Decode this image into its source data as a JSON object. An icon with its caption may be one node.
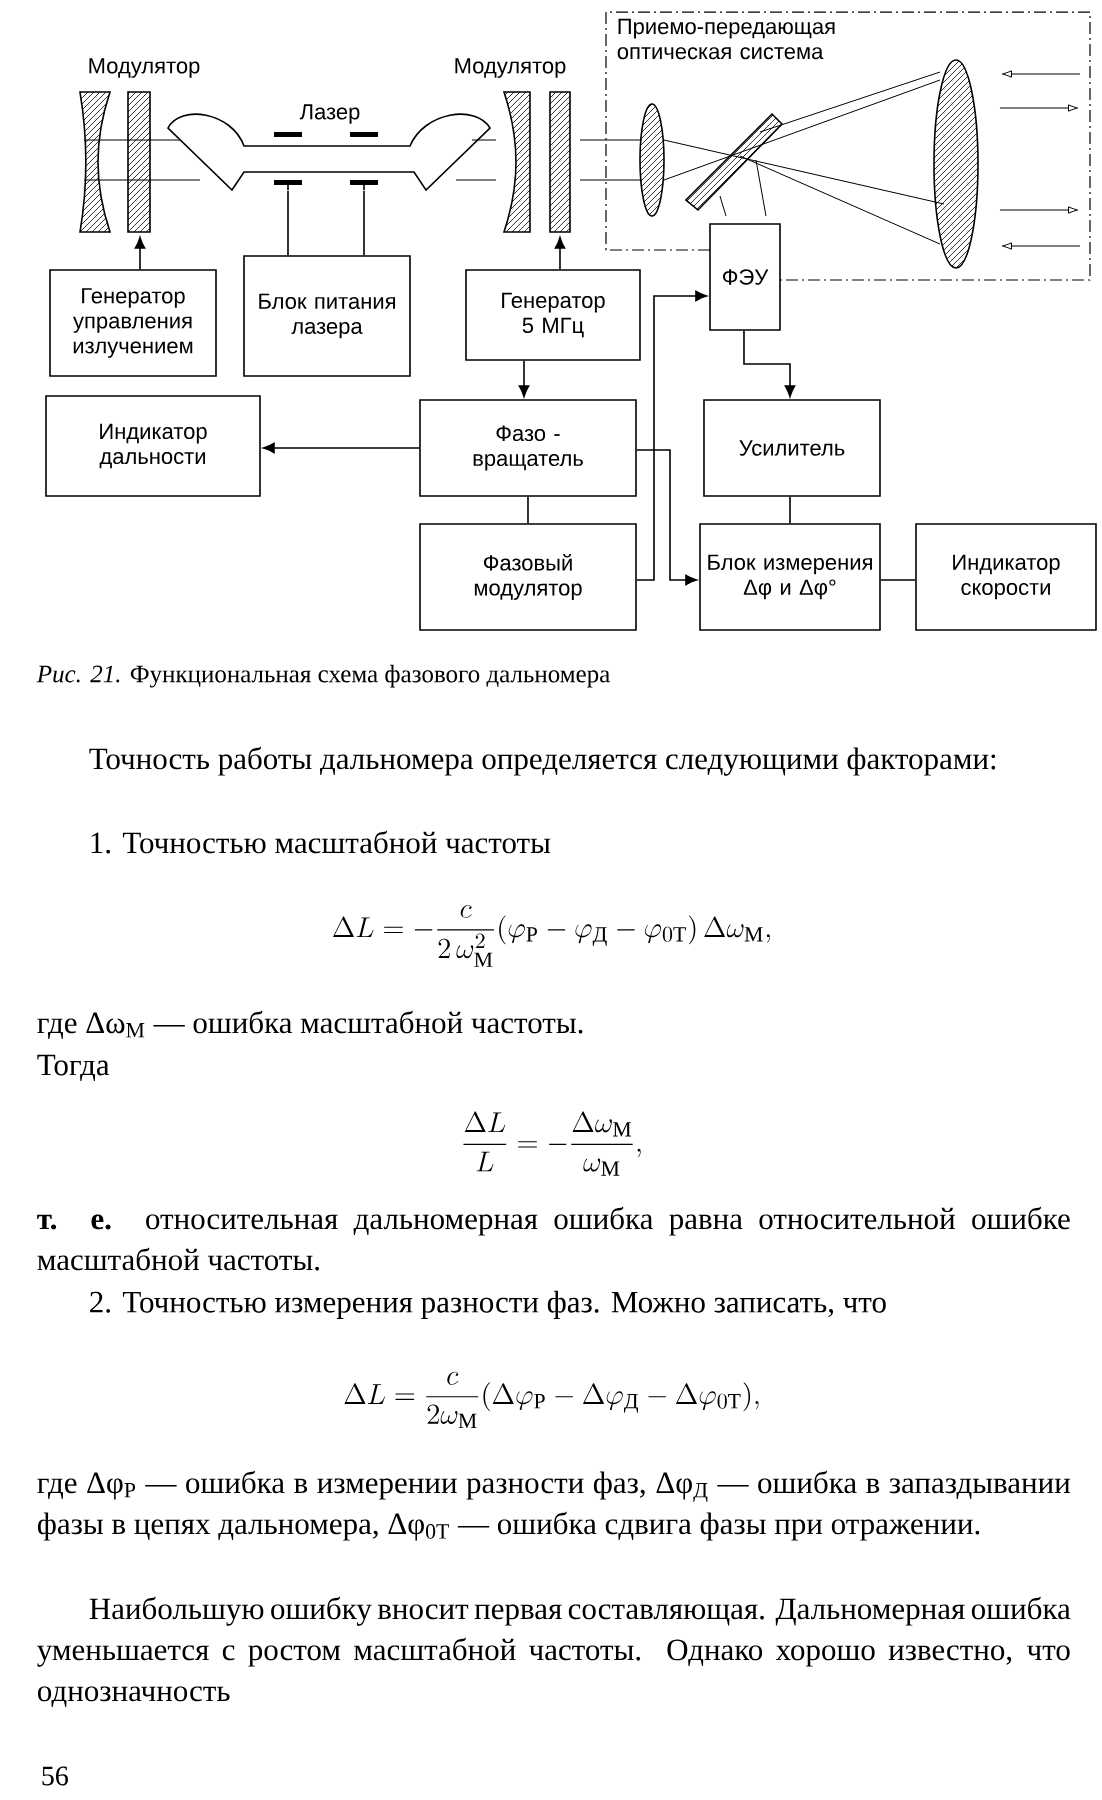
{
  "diagram": {
    "caption": "*Рис. 21.* Функциональная схема фазового дальномера",
    "nodes": [
      {
        "text": [
          "Модулятор"
        ]
      },
      {
        "text": [
          "Лазер"
        ]
      },
      {
        "text": [
          "Модулятор"
        ]
      },
      {
        "text": [
          "Приемо-передающая оптическая система"
        ]
      },
      {
        "text": [
          "ФЭУ"
        ]
      },
      {
        "text": [
          "Генератор управления излучением"
        ]
      },
      {
        "text": [
          "Блок питания лазера"
        ]
      },
      {
        "text": [
          "Генератор 5 МГц"
        ]
      },
      {
        "text": [
          "Индикатор дальности"
        ]
      },
      {
        "text": [
          "Фазо - вращатель"
        ]
      },
      {
        "text": [
          "Усилитель"
        ]
      },
      {
        "text": [
          "Фазовый модулятор"
        ]
      },
      {
        "text": [
          "Блок измерения Δφ и Δφ°"
        ]
      },
      {
        "text": [
          "Индикатор скорости"
        ]
      }
    ],
    "edges": [
      {
        "from": 5,
        "to": 0,
        "arrow": "to"
      },
      {
        "from": 6,
        "to": 1,
        "arrow": "none"
      },
      {
        "from": 6,
        "to": 1,
        "arrow": "none"
      },
      {
        "from": 7,
        "to": 2,
        "arrow": "to"
      },
      {
        "from": 7,
        "to": 9,
        "arrow": "to"
      },
      {
        "from": 9,
        "to": 8,
        "arrow": "to"
      },
      {
        "from": 9,
        "to": 11,
        "arrow": "none"
      },
      {
        "from": 11,
        "to": 4,
        "arrow": "to"
      },
      {
        "from": 9,
        "to": 12,
        "arrow": "to"
      },
      {
        "from": 4,
        "to": 10,
        "arrow": "to"
      },
      {
        "from": 10,
        "to": 12,
        "arrow": "none"
      },
      {
        "from": 12,
        "to": 13,
        "arrow": "none"
      }
    ],
    "labels": [
      "Точность работы дальномера определяется следующими факторами:",
      "1. Точностью масштабной частоты",
      "\\Delta L = -\\frac{c}{2\\,\\omega_{\\text{М}}^{2}}(\\varphi_{\\text{Р}} - \\varphi_{\\text{Д}} - \\varphi_{0\\text{Т}})\\,\\Delta\\omega_{\\text{М}},",
      "где Δω$_{М}$ — ошибка масштабной частоты.",
      "Тогда",
      "\\frac{\\Delta L}{L} = -\\frac{\\Delta\\omega_{\\text{М}}}{\\omega_{\\text{М}}},",
      "**т. е.** относительная дальномерная ошибка равна относительной ошибке масштабной частоты.",
      "2. Точностью измерения разности фаз. Можно записать, что",
      "\\Delta L = \\frac{c}{2\\omega_{\\text{М}}}(\\Delta\\varphi_{\\text{Р}} - \\Delta\\varphi_{\\text{Д}} - \\Delta\\varphi_{0\\text{Т}}),",
      "где Δφ$_{Р}$ — ошибка в измерении разности фаз, Δφ$_{Д}$ — ошибка в запаздывании фазы в цепях дальномера, Δφ$_{0Т}$ — ошибка сдвига фазы при отражении.",
      "Наибольшую ошибку вносит первая составляющая. Дальномерная ошибка уменьшается с ростом масштабной частоты. Однако хорошо известно, что однозначность",
      "56"
    ]
  }
}
